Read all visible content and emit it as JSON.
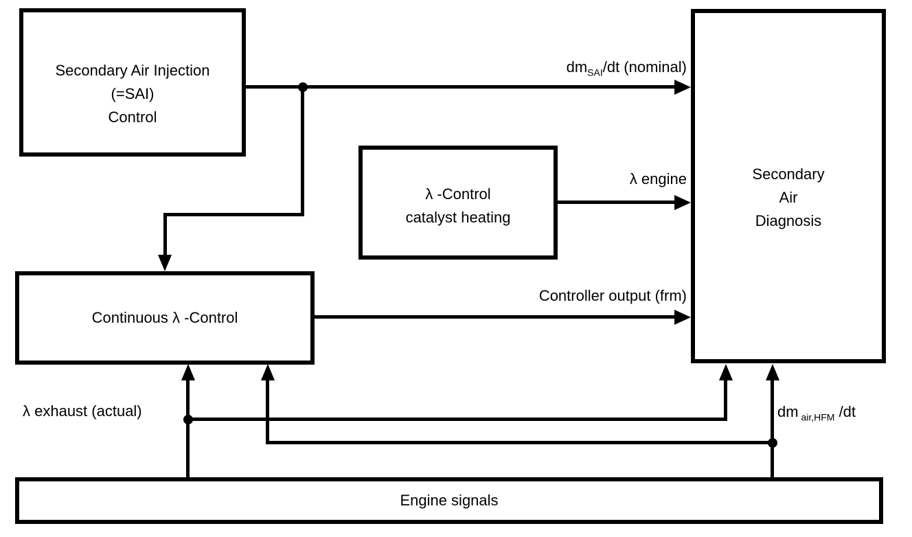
{
  "diagram": {
    "colors": {
      "line": "#000000",
      "background": "#ffffff",
      "text": "#000000"
    },
    "boxes": {
      "sai_control": {
        "line1": "Secondary Air Injection",
        "line2": "(=SAI)",
        "line3": "Control"
      },
      "lambda_control_catalyst_heating": {
        "line1": "λ -Control",
        "line2": "catalyst heating"
      },
      "secondary_air_diagnosis": {
        "line1": "Secondary",
        "line2": "Air",
        "line3": "Diagnosis"
      },
      "continuous_lambda_control": {
        "line1": "Continuous λ -Control"
      },
      "engine_signals": {
        "line1": "Engine signals"
      }
    },
    "signal_labels": {
      "dm_sai_nominal": {
        "pre": "dm",
        "sub": "SAI",
        "post": "/dt (nominal)"
      },
      "lambda_engine": {
        "text": "λ engine"
      },
      "controller_output_frm": {
        "text": "Controller output (frm)"
      },
      "lambda_exhaust_actual": {
        "text": "λ exhaust (actual)"
      },
      "dm_air_hfm": {
        "pre": "dm",
        "sub": " air,HFM",
        "post": " /dt"
      }
    }
  }
}
